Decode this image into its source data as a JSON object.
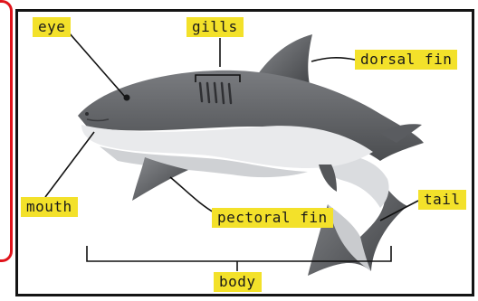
{
  "labels": {
    "eye": "eye",
    "gills": "gills",
    "dorsal_fin": "dorsal fin",
    "mouth": "mouth",
    "pectoral_fin": "pectoral fin",
    "tail": "tail",
    "body": "body"
  },
  "colors": {
    "label_bg": "#f3e12a",
    "frame": "#141414",
    "accent_edge": "#e0141b",
    "shark_top": "#5b5d60",
    "shark_belly": "#e9eaec"
  }
}
